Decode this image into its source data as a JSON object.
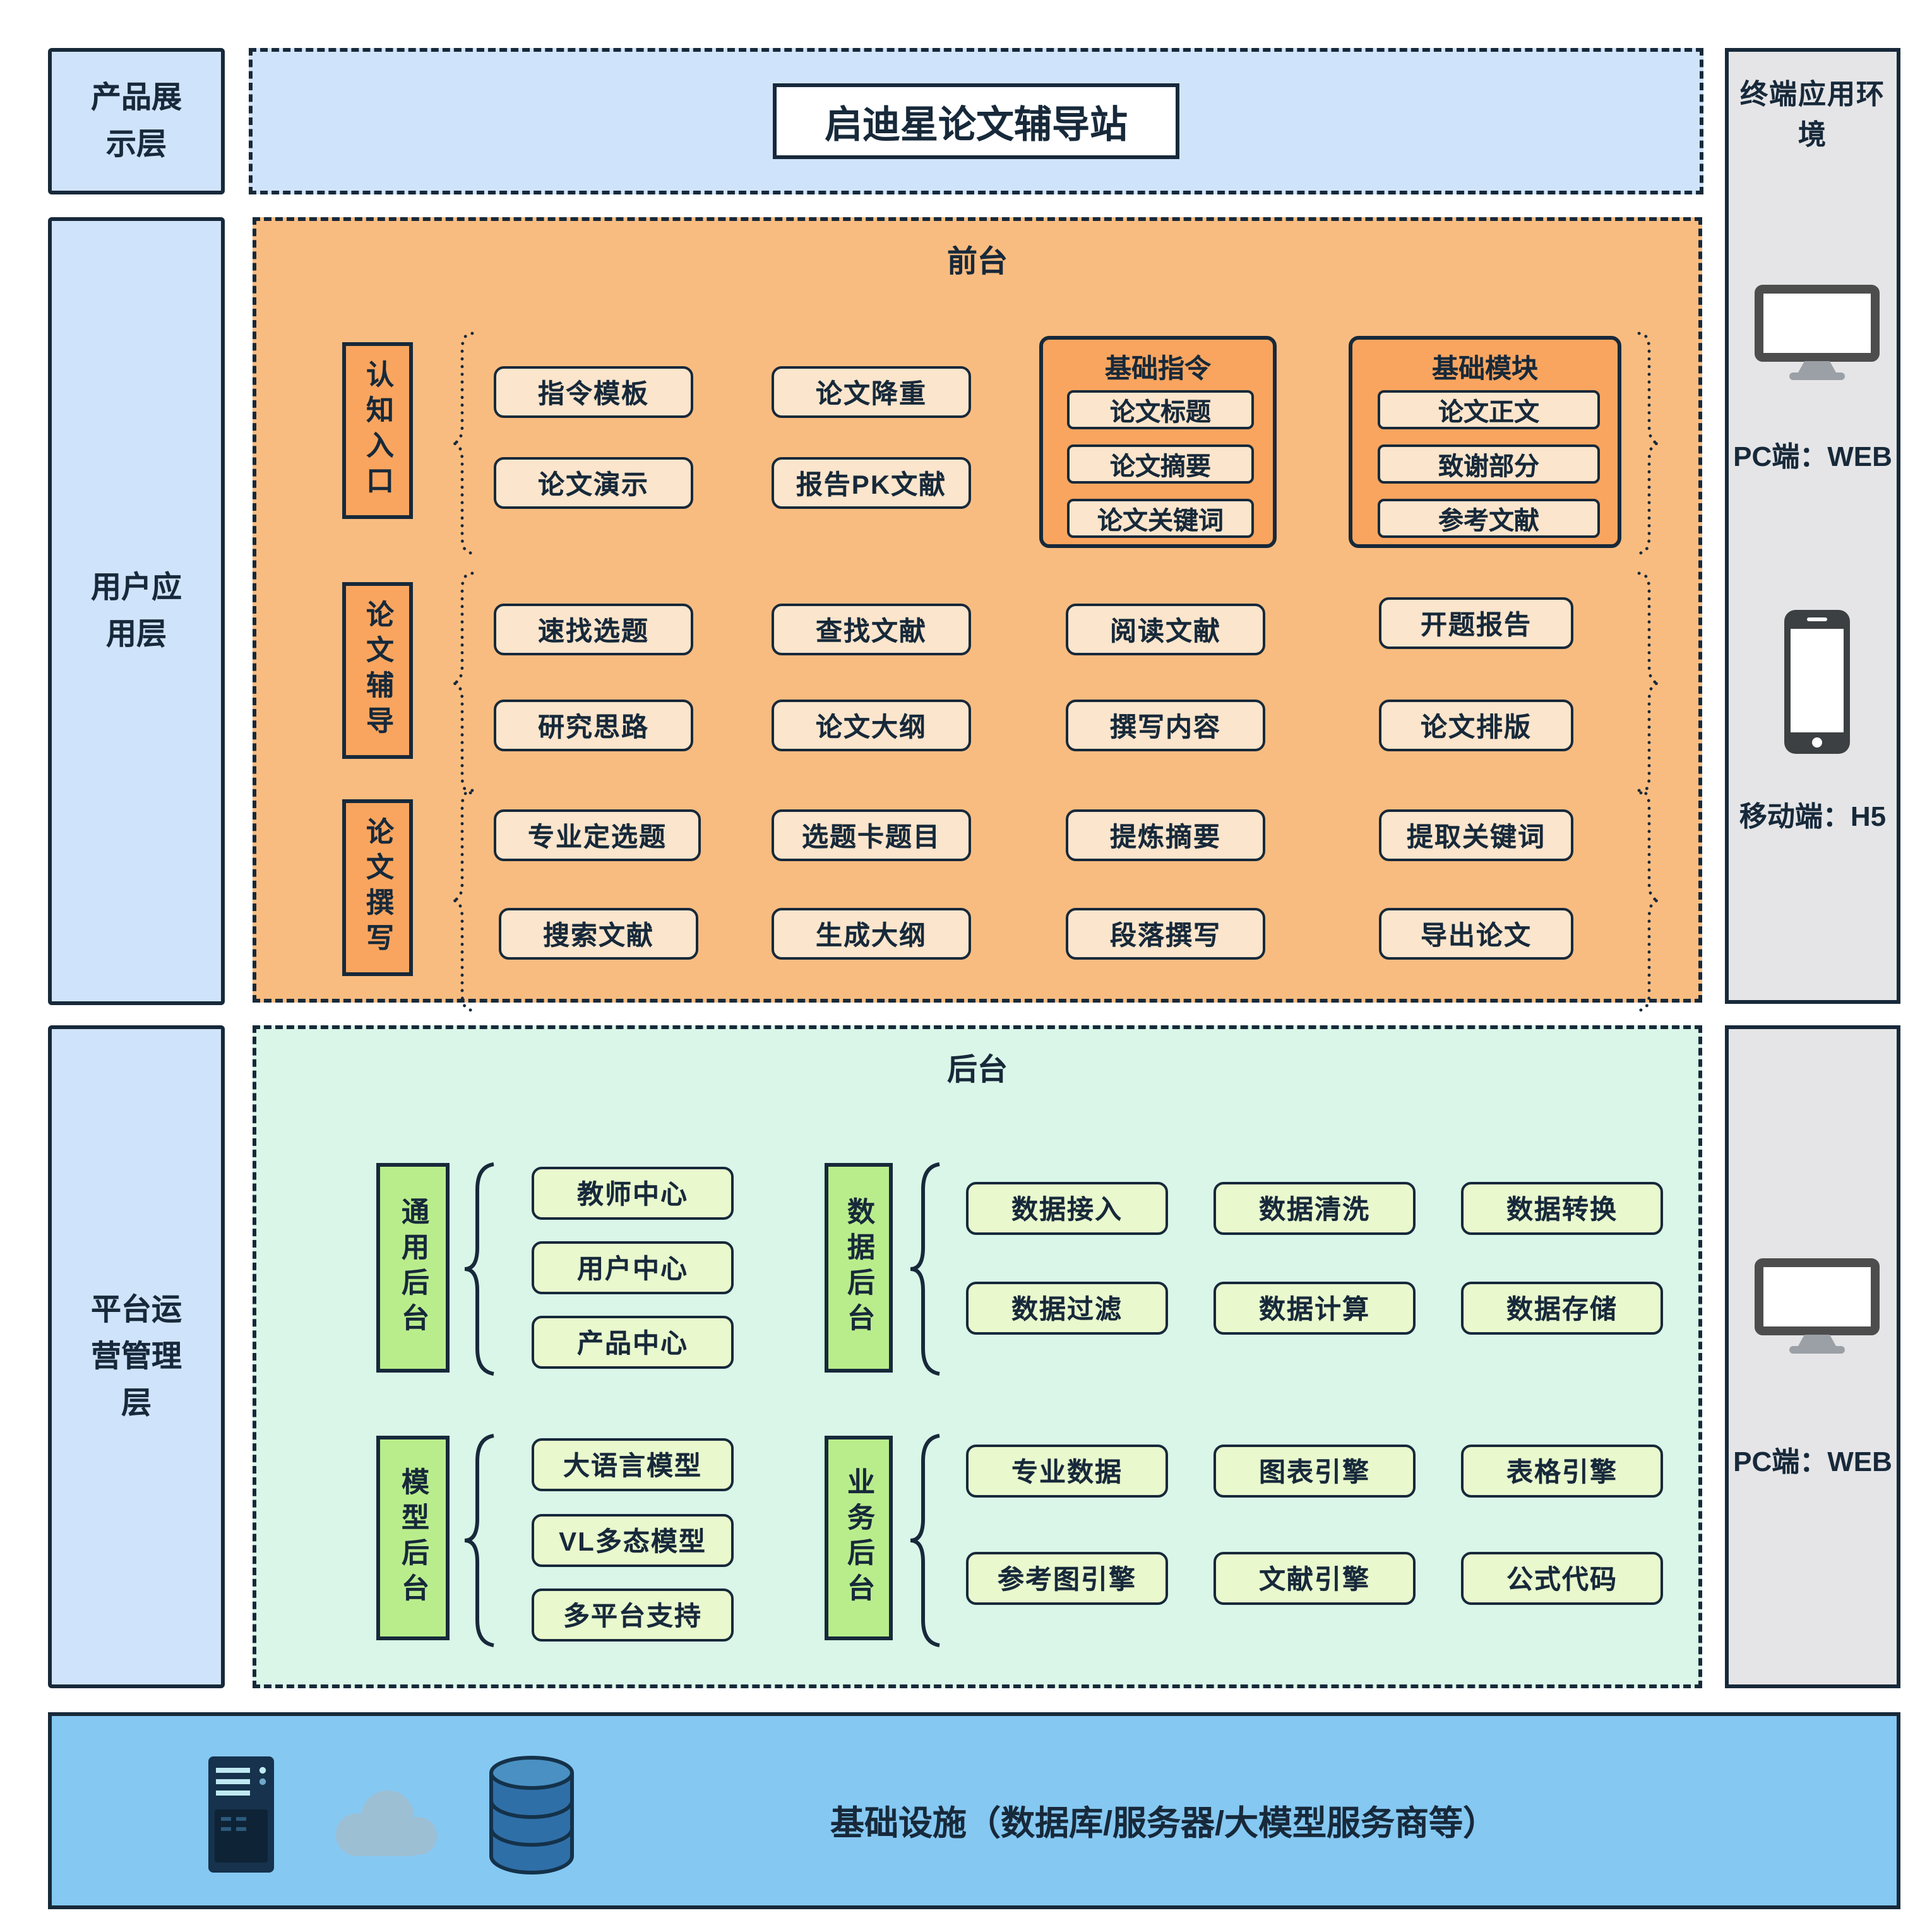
{
  "title": "启迪星论文辅导站",
  "layers": {
    "product": "产品展示层",
    "user": "用户应用层",
    "platform": "平台运营管理层"
  },
  "frontend": {
    "label": "前台",
    "cognition": {
      "group": "认知入口",
      "items": [
        "指令模板",
        "论文演示",
        "论文降重",
        "报告PK文献"
      ],
      "basic_commands": {
        "title": "基础指令",
        "items": [
          "论文标题",
          "论文摘要",
          "论文关键词"
        ]
      },
      "basic_modules": {
        "title": "基础模块",
        "items": [
          "论文正文",
          "致谢部分",
          "参考文献"
        ]
      }
    },
    "tutoring": {
      "group": "论文辅导",
      "items": [
        "速找选题",
        "研究思路",
        "查找文献",
        "论文大纲",
        "阅读文献",
        "撰写内容",
        "开题报告",
        "论文排版"
      ]
    },
    "writing": {
      "group": "论文撰写",
      "items": [
        "专业定选题",
        "搜索文献",
        "选题卡题目",
        "生成大纲",
        "提炼摘要",
        "段落撰写",
        "提取关键词",
        "导出论文"
      ]
    }
  },
  "backend": {
    "label": "后台",
    "general": {
      "group": "通用后台",
      "items": [
        "教师中心",
        "用户中心",
        "产品中心"
      ]
    },
    "data": {
      "group": "数据后台",
      "items": [
        "数据接入",
        "数据清洗",
        "数据转换",
        "数据过滤",
        "数据计算",
        "数据存储"
      ]
    },
    "model": {
      "group": "模型后台",
      "items": [
        "大语言模型",
        "VL多态模型",
        "多平台支持"
      ]
    },
    "business": {
      "group": "业务后台",
      "items": [
        "专业数据",
        "图表引擎",
        "表格引擎",
        "参考图引擎",
        "文献引擎",
        "公式代码"
      ]
    }
  },
  "terminal": {
    "title": "终端应用环境",
    "top": {
      "pc": "PC端：WEB",
      "mobile": "移动端：H5"
    },
    "bottom": {
      "pc": "PC端：WEB"
    }
  },
  "infrastructure": {
    "label": "基础设施（数据库/服务器/大模型服务商等）"
  },
  "icons": {
    "pc": "monitor-icon",
    "mobile": "smartphone-icon",
    "server": "server-icon",
    "cloud": "cloud-icon",
    "database": "database-icon"
  },
  "colors": {
    "border_dark": "#17293a",
    "layer_blue": "#cfe3fa",
    "front_orange": "#f9bc80",
    "group_orange": "#f9a55f",
    "item_peach": "#fbe5cc",
    "back_mint": "#d9f6e8",
    "group_green": "#b9ed8c",
    "item_green": "#e9f8cd",
    "terminal_gray": "#e5e5e7",
    "infra_blue": "#85c8f2"
  }
}
